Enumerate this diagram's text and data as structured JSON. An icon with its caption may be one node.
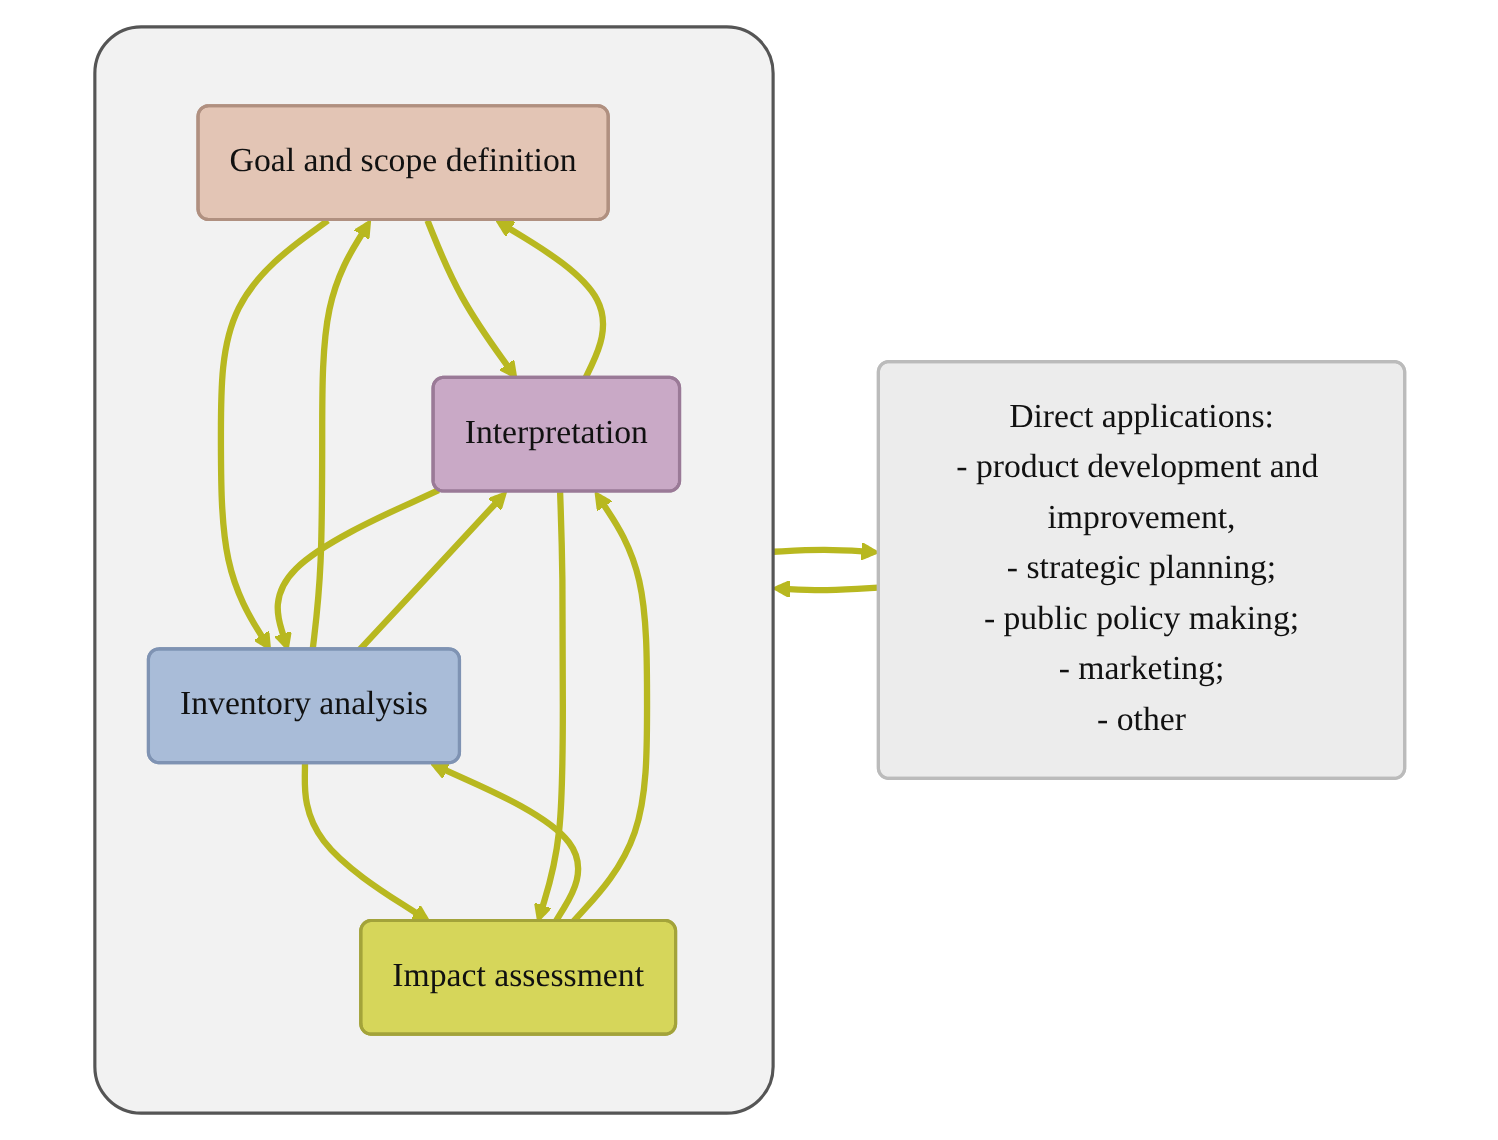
{
  "diagram": {
    "nodes": [
      {
        "text": [],
        "shape": "box"
      },
      {
        "text": [
          "Goal and scope definition"
        ],
        "in": 0
      },
      {
        "text": [
          "Inventory analysis"
        ],
        "in": 0
      },
      {
        "text": [
          "Impact assessment"
        ],
        "in": 0
      },
      {
        "text": [
          "Interpretation"
        ],
        "in": 0
      },
      {
        "text": [
          "Direct applications:",
          "- product development and improvement,",
          "- strategic planning;",
          "- public policy making;",
          "- marketing;",
          "- other"
        ]
      }
    ],
    "edges": [
      {
        "from": 1,
        "to": 4,
        "arrow": "to"
      },
      {
        "from": 4,
        "to": 1,
        "arrow": "to"
      },
      {
        "from": 2,
        "to": 1,
        "arrow": "to"
      },
      {
        "from": 1,
        "to": 2,
        "arrow": "to"
      },
      {
        "from": 2,
        "to": 4,
        "arrow": "to"
      },
      {
        "from": 4,
        "to": 2,
        "arrow": "to"
      },
      {
        "from": 3,
        "to": 2,
        "arrow": "to"
      },
      {
        "from": 2,
        "to": 3,
        "arrow": "to"
      },
      {
        "from": 3,
        "to": 4,
        "arrow": "to"
      },
      {
        "from": 4,
        "to": 3,
        "arrow": "to"
      },
      {
        "from": 0,
        "to": 5,
        "arrow": "to"
      },
      {
        "from": 5,
        "to": 0,
        "arrow": "to"
      }
    ]
  }
}
